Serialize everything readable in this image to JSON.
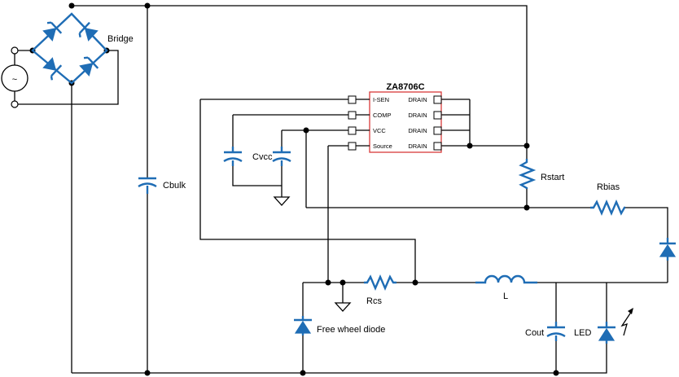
{
  "labels": {
    "bridge": "Bridge",
    "cbulk": "Cbulk",
    "cvcc": "Cvcc",
    "rstart": "Rstart",
    "rbias": "Rbias",
    "rcs": "Rcs",
    "inductor": "L",
    "free_wheel_diode": "Free wheel diode",
    "cout": "Cout",
    "led": "LED",
    "source_symbol": "~"
  },
  "ic": {
    "name": "ZA8706C",
    "left_pins": [
      "I-SEN",
      "COMP",
      "VCC",
      "Source"
    ],
    "right_pins": [
      "DRAIN",
      "DRAIN",
      "DRAIN",
      "DRAIN"
    ]
  },
  "colors": {
    "component": "#1f6db5",
    "ic_border": "#d93a3a",
    "wire": "#000000"
  }
}
